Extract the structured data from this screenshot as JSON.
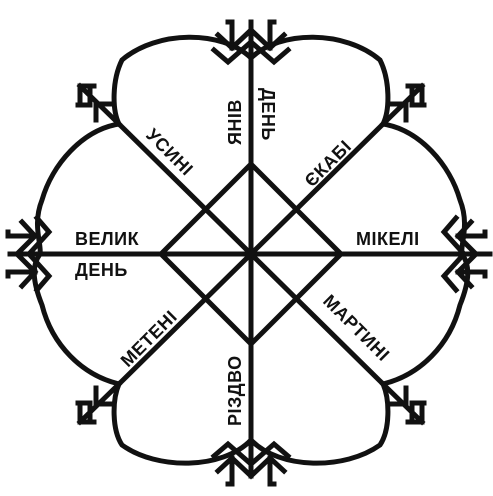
{
  "diagram": {
    "colors": {
      "ink": "#111111",
      "background": "#ffffff"
    },
    "labels": {
      "top_left": "ЯНІВ",
      "top_right": "ДЕНЬ",
      "upper_left_diag": "УСИНІ",
      "upper_right_diag": "ЄКАБІ",
      "left_line1": "ВЕЛИК",
      "left_line2": "ДЕНЬ",
      "right": "МІКЕЛІ",
      "lower_left_diag": "МЕТЕНІ",
      "lower_right_diag": "МАРТИНІ",
      "bottom": "РІЗДВО"
    },
    "ornaments": [
      "tree-of-life-top",
      "tree-of-life-bottom",
      "tree-of-life-left",
      "tree-of-life-right",
      "branch-nw",
      "branch-ne",
      "branch-sw",
      "branch-se"
    ]
  }
}
